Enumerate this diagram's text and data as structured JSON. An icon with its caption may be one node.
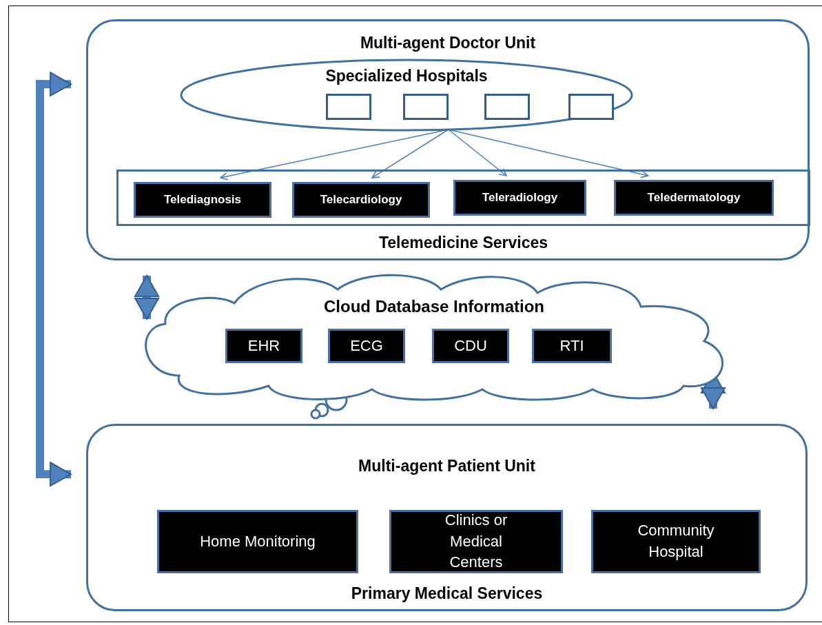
{
  "diagram": {
    "nodes": [
      {
        "text": [
          "Multi-agent Doctor Unit"
        ]
      },
      {
        "text": [
          "Specialized Hospitals"
        ],
        "in": 0
      },
      {
        "text": [],
        "shape": "box",
        "in": 1
      },
      {
        "text": [],
        "shape": "box",
        "in": 1
      },
      {
        "text": [],
        "shape": "box",
        "in": 1
      },
      {
        "text": [],
        "shape": "box",
        "in": 1
      },
      {
        "text": [
          "Telemedicine Services"
        ],
        "in": 0
      },
      {
        "text": [
          "Telediagnosis"
        ],
        "in": 6
      },
      {
        "text": [
          "Telecardiology"
        ],
        "in": 6
      },
      {
        "text": [
          "Teleradiology"
        ],
        "in": 6
      },
      {
        "text": [
          "Teledermatology"
        ],
        "in": 6
      },
      {
        "text": [
          "Cloud Database Information"
        ]
      },
      {
        "text": [
          "EHR"
        ],
        "in": 11
      },
      {
        "text": [
          "ECG"
        ],
        "in": 11
      },
      {
        "text": [
          "CDU"
        ],
        "in": 11
      },
      {
        "text": [
          "RTI"
        ],
        "in": 11
      },
      {
        "text": [
          "Multi-agent Patient Unit",
          "Primary Medical Services"
        ]
      },
      {
        "text": [
          "Home Monitoring"
        ],
        "in": 16
      },
      {
        "text": [
          "Clinics or Medical Centers"
        ],
        "in": 16
      },
      {
        "text": [
          "Community Hospital"
        ],
        "in": 16
      }
    ],
    "edges": [
      {
        "from": 1,
        "to": 7,
        "arrow": "to"
      },
      {
        "from": 1,
        "to": 8,
        "arrow": "to"
      },
      {
        "from": 1,
        "to": 9,
        "arrow": "to"
      },
      {
        "from": 1,
        "to": 10,
        "arrow": "to"
      },
      {
        "from": 0,
        "to": 11,
        "arrow": "both",
        "style": "thick"
      },
      {
        "from": 11,
        "to": 16,
        "arrow": "both",
        "style": "thick"
      },
      {
        "from": 0,
        "to": 16,
        "arrow": "both",
        "style": "thick"
      }
    ]
  }
}
